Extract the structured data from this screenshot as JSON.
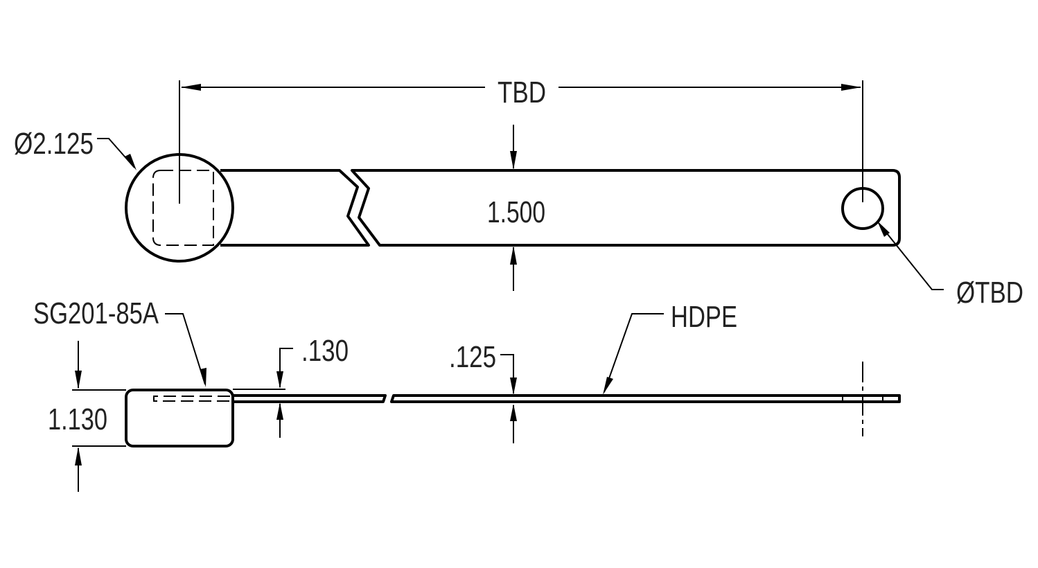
{
  "drawing": {
    "top_view": {
      "overall_length_label": "TBD",
      "collar_diameter_label": "Ø2.125",
      "strap_width_label": "1.500",
      "hole_diameter_label": "ØTBD"
    },
    "side_view": {
      "part_number_label": "SG201-85A",
      "collar_height_label": "1.130",
      "collar_offset_label": ".130",
      "strap_thickness_label": ".125",
      "material_label": "HDPE"
    }
  }
}
